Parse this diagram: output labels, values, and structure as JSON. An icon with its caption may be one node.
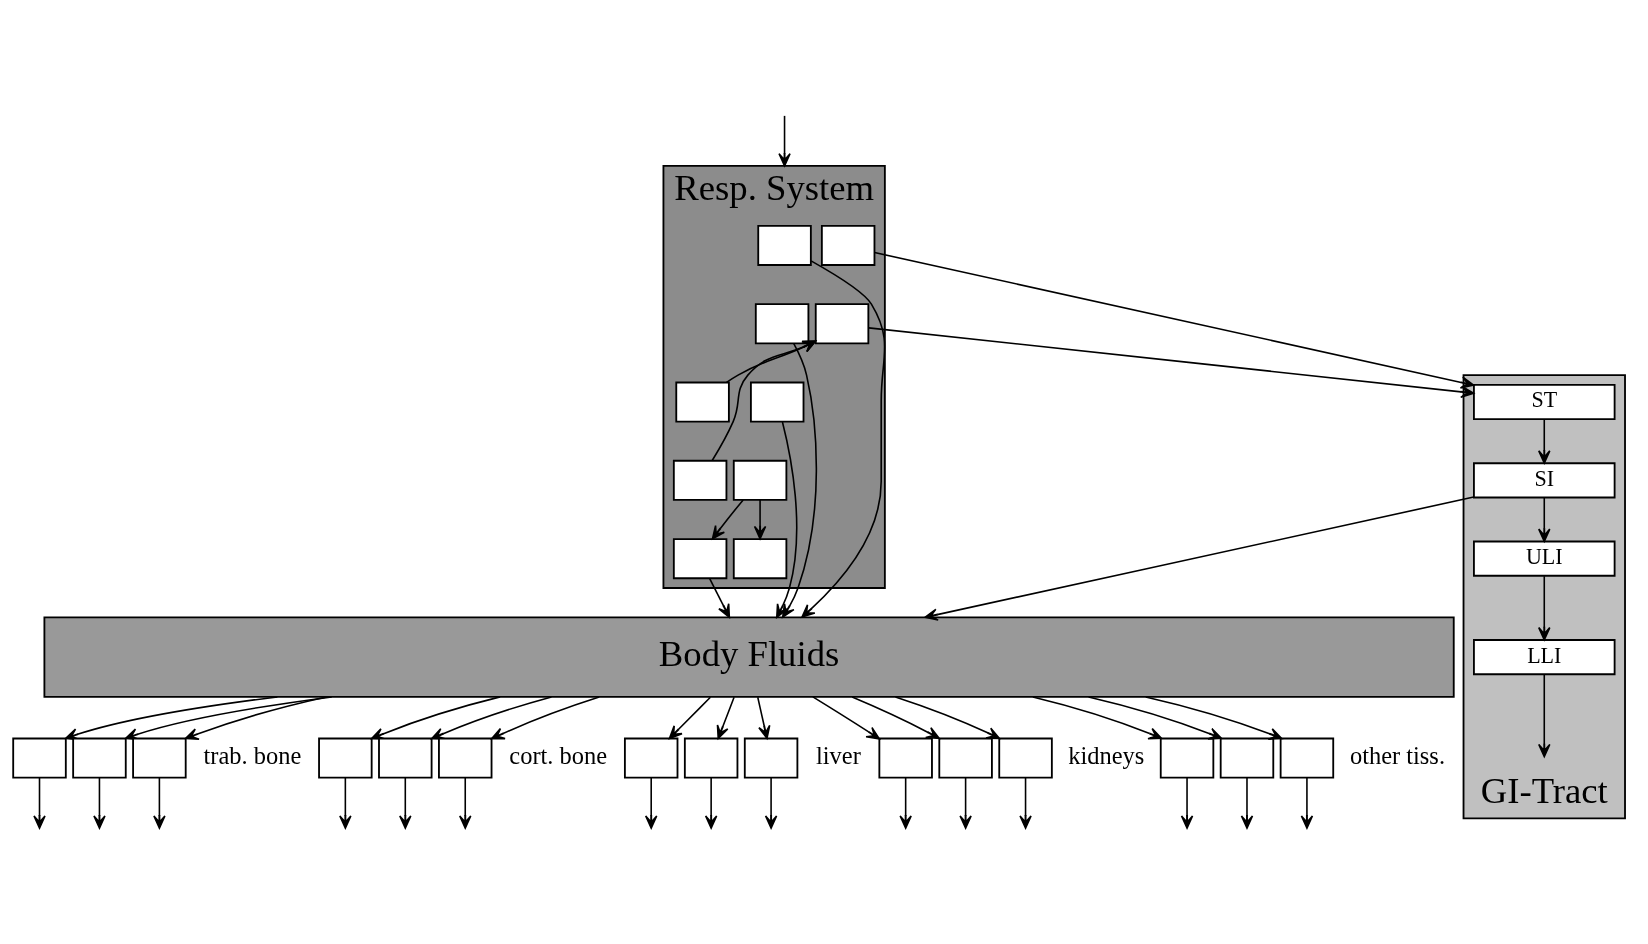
{
  "diagram": {
    "nodes": [
      {
        "text": [
          "Resp. System"
        ]
      },
      {
        "text": [],
        "shape": "box",
        "in": 0
      },
      {
        "text": [],
        "shape": "box",
        "in": 0
      },
      {
        "text": [],
        "shape": "box",
        "in": 0
      },
      {
        "text": [],
        "shape": "box",
        "in": 0
      },
      {
        "text": [],
        "shape": "box",
        "in": 0
      },
      {
        "text": [],
        "shape": "box",
        "in": 0
      },
      {
        "text": [],
        "shape": "box",
        "in": 0
      },
      {
        "text": [],
        "shape": "box",
        "in": 0
      },
      {
        "text": [],
        "shape": "box",
        "in": 0
      },
      {
        "text": [],
        "shape": "box",
        "in": 0
      },
      {
        "text": [
          "GI-Tract"
        ]
      },
      {
        "text": [
          "ST"
        ],
        "in": 11
      },
      {
        "text": [
          "SI"
        ],
        "in": 11
      },
      {
        "text": [
          "ULI"
        ],
        "in": 11
      },
      {
        "text": [
          "LLI"
        ],
        "in": 11
      },
      {
        "text": [
          "Body Fluids"
        ]
      },
      {
        "text": [],
        "shape": "box"
      },
      {
        "text": [],
        "shape": "box"
      },
      {
        "text": [],
        "shape": "box"
      },
      {
        "text": [],
        "shape": "box"
      },
      {
        "text": [],
        "shape": "box"
      },
      {
        "text": [],
        "shape": "box"
      },
      {
        "text": [],
        "shape": "box"
      },
      {
        "text": [],
        "shape": "box"
      },
      {
        "text": [],
        "shape": "box"
      },
      {
        "text": [],
        "shape": "box"
      },
      {
        "text": [],
        "shape": "box"
      },
      {
        "text": [],
        "shape": "box"
      },
      {
        "text": [],
        "shape": "box"
      },
      {
        "text": [],
        "shape": "box"
      },
      {
        "text": [],
        "shape": "box"
      }
    ],
    "edges": [
      {
        "from": null,
        "to": 0,
        "arrow": "to"
      },
      {
        "from": 1,
        "to": 16,
        "arrow": "to"
      },
      {
        "from": 3,
        "to": 16,
        "arrow": "to"
      },
      {
        "from": 5,
        "to": 16,
        "arrow": "to"
      },
      {
        "from": 9,
        "to": 16,
        "arrow": "to"
      },
      {
        "from": 2,
        "to": 12,
        "arrow": "to"
      },
      {
        "from": 4,
        "to": 12,
        "arrow": "to"
      },
      {
        "from": 6,
        "to": 4,
        "arrow": "to"
      },
      {
        "from": 8,
        "to": 4,
        "arrow": "to"
      },
      {
        "from": 7,
        "to": 9,
        "arrow": "to"
      },
      {
        "from": 7,
        "to": 10,
        "arrow": "to"
      },
      {
        "from": 12,
        "to": 13,
        "arrow": "to"
      },
      {
        "from": 13,
        "to": 14,
        "arrow": "to"
      },
      {
        "from": 14,
        "to": 15,
        "arrow": "to"
      },
      {
        "from": 15,
        "to": null,
        "arrow": "to"
      },
      {
        "from": 13,
        "to": 16,
        "arrow": "to"
      },
      {
        "from": 16,
        "to": 17,
        "arrow": "to"
      },
      {
        "from": 16,
        "to": 18,
        "arrow": "to"
      },
      {
        "from": 16,
        "to": 19,
        "arrow": "to"
      },
      {
        "from": 16,
        "to": 20,
        "arrow": "to"
      },
      {
        "from": 16,
        "to": 21,
        "arrow": "to"
      },
      {
        "from": 16,
        "to": 22,
        "arrow": "to"
      },
      {
        "from": 16,
        "to": 23,
        "arrow": "to"
      },
      {
        "from": 16,
        "to": 24,
        "arrow": "to"
      },
      {
        "from": 16,
        "to": 25,
        "arrow": "to"
      },
      {
        "from": 16,
        "to": 26,
        "arrow": "to"
      },
      {
        "from": 16,
        "to": 27,
        "arrow": "to"
      },
      {
        "from": 16,
        "to": 28,
        "arrow": "to"
      },
      {
        "from": 16,
        "to": 29,
        "arrow": "to"
      },
      {
        "from": 16,
        "to": 30,
        "arrow": "to"
      },
      {
        "from": 16,
        "to": 31,
        "arrow": "to"
      },
      {
        "from": 17,
        "to": null,
        "arrow": "to"
      },
      {
        "from": 18,
        "to": null,
        "arrow": "to"
      },
      {
        "from": 19,
        "to": null,
        "arrow": "to"
      },
      {
        "from": 20,
        "to": null,
        "arrow": "to"
      },
      {
        "from": 21,
        "to": null,
        "arrow": "to"
      },
      {
        "from": 22,
        "to": null,
        "arrow": "to"
      },
      {
        "from": 23,
        "to": null,
        "arrow": "to"
      },
      {
        "from": 24,
        "to": null,
        "arrow": "to"
      },
      {
        "from": 25,
        "to": null,
        "arrow": "to"
      },
      {
        "from": 26,
        "to": null,
        "arrow": "to"
      },
      {
        "from": 27,
        "to": null,
        "arrow": "to"
      },
      {
        "from": 28,
        "to": null,
        "arrow": "to"
      },
      {
        "from": 29,
        "to": null,
        "arrow": "to"
      },
      {
        "from": 30,
        "to": null,
        "arrow": "to"
      },
      {
        "from": 31,
        "to": null,
        "arrow": "to"
      }
    ],
    "labels": [
      "trab. bone",
      "cort. bone",
      "liver",
      "kidneys",
      "other tiss."
    ]
  }
}
